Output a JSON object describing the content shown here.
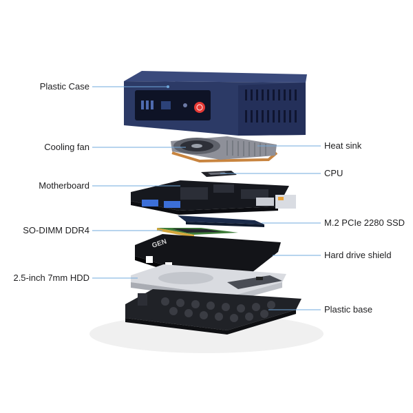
{
  "labels": {
    "plastic_case": "Plastic Case",
    "cooling_fan": "Cooling fan",
    "heat_sink": "Heat sink",
    "cpu": "CPU",
    "motherboard": "Motherboard",
    "ssd": "M.2 PCIe 2280 SSD",
    "ram": "SO-DIMM DDR4",
    "hdd_shield": "Hard drive shield",
    "hdd": "2.5-inch 7mm HDD",
    "base": "Plastic base"
  },
  "colors": {
    "case_blue": "#2c3a66",
    "leader_line": "#6fa8dc",
    "power_button": "#e53935",
    "heat_pipe": "#c8843f",
    "ram_green": "#3f7d3a"
  }
}
